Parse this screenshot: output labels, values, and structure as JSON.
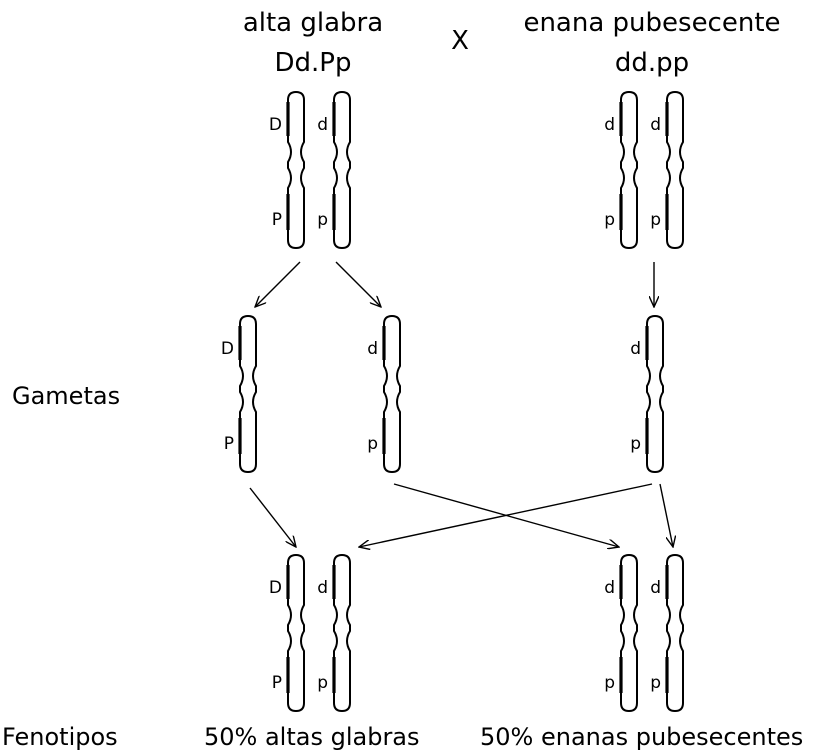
{
  "parents": {
    "left": {
      "phenotype": "alta glabra",
      "genotype": "Dd.Pp"
    },
    "cross_symbol": "X",
    "right": {
      "phenotype": "enana pubesecente",
      "genotype": "dd.pp"
    }
  },
  "labels": {
    "gametes": "Gametas",
    "phenotypes": "Fenotipos",
    "offspring_left": "50% altas glabras",
    "offspring_right": "50% enanas pubesecentes"
  },
  "chromosomes": {
    "parent_left": [
      {
        "top": "D",
        "bottom": "P"
      },
      {
        "top": "d",
        "bottom": "p"
      }
    ],
    "parent_right": [
      {
        "top": "d",
        "bottom": "p"
      },
      {
        "top": "d",
        "bottom": "p"
      }
    ],
    "gamete_left_1": [
      {
        "top": "D",
        "bottom": "P"
      }
    ],
    "gamete_left_2": [
      {
        "top": "d",
        "bottom": "p"
      }
    ],
    "gamete_right": [
      {
        "top": "d",
        "bottom": "p"
      }
    ],
    "offspring_left": [
      {
        "top": "D",
        "bottom": "P"
      },
      {
        "top": "d",
        "bottom": "p"
      }
    ],
    "offspring_right": [
      {
        "top": "d",
        "bottom": "p"
      },
      {
        "top": "d",
        "bottom": "p"
      }
    ]
  }
}
